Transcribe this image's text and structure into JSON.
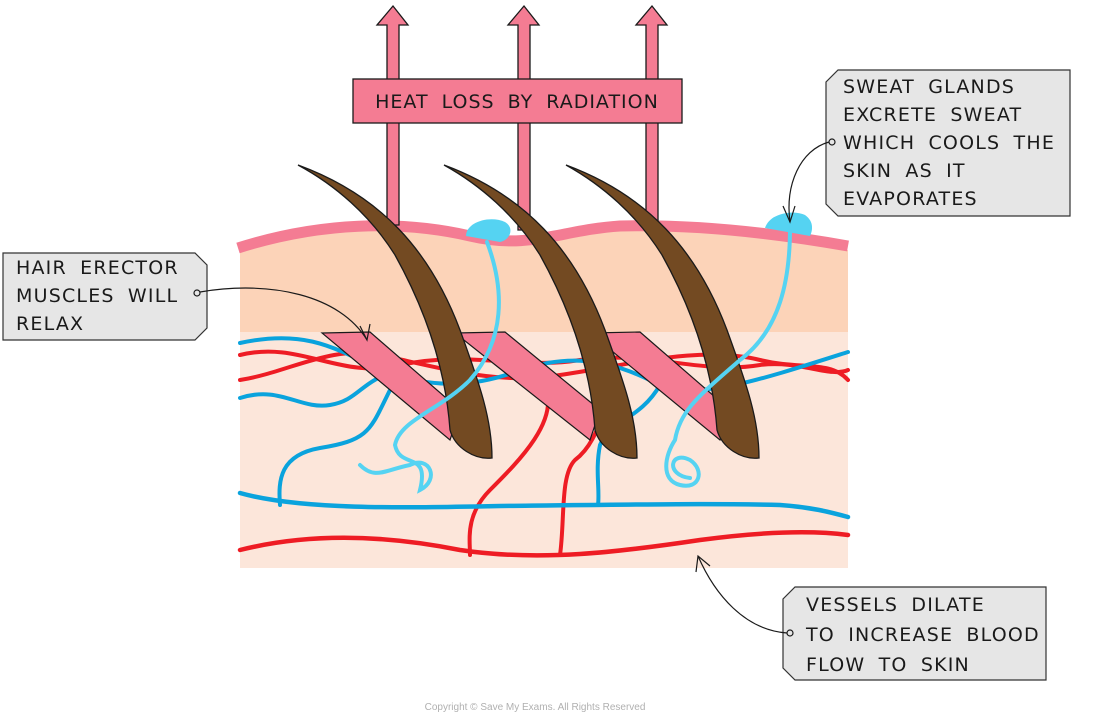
{
  "diagram": {
    "title": "Skin response to high body temperature",
    "banner": {
      "text": "HEAT LOSS BY RADIATION"
    },
    "labels": {
      "sweat": {
        "lines": [
          "SWEAT GLANDS",
          "EXCRETE SWEAT",
          "WHICH COOLS THE",
          "SKIN AS IT",
          "EVAPORATES"
        ]
      },
      "hair": {
        "lines": [
          "HAIR ERECTOR",
          "MUSCLES WILL",
          "RELAX"
        ]
      },
      "vessels": {
        "lines": [
          "VESSELS DILATE",
          "TO INCREASE BLOOD",
          "FLOW TO SKIN"
        ]
      }
    },
    "colors": {
      "arrow_pink": "#f47c93",
      "epidermis_pink": "#f47c93",
      "skin_upper": "#fcd3b8",
      "skin_lower": "#fce6da",
      "hair_brown": "#734a22",
      "erector_pink": "#f47c93",
      "sweat_blue": "#55d3f2",
      "vein_blue": "#0aa3dd",
      "artery_red": "#ee1c24",
      "label_bg": "#e6e6e6"
    }
  },
  "footer": {
    "copyright": "Copyright © Save My Exams. All Rights Reserved"
  }
}
